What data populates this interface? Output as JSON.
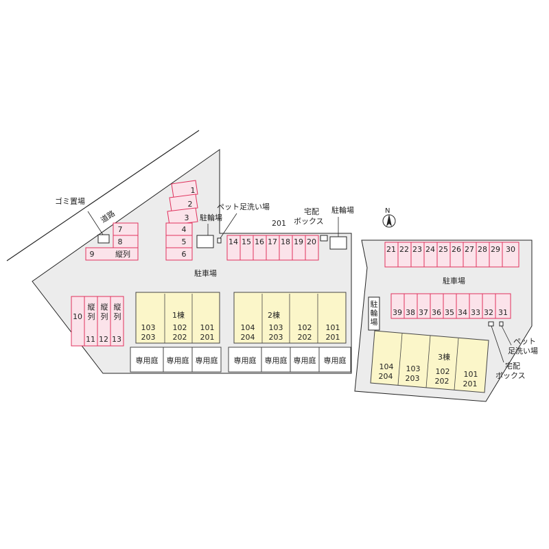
{
  "labels": {
    "road": "道路",
    "garbage": "ゴミ置場",
    "bike_parking": "駐輪場",
    "bike_parking_vertical": "駐輪場",
    "pet_wash": "ペット足洗い場",
    "pet_wash_l1": "ペット",
    "pet_wash_l2": "足洗い場",
    "delivery_l1": "宅配",
    "delivery_l2": "ボックス",
    "room_201": "201",
    "parking_lot": "駐車場",
    "parking_lot_right": "駐車場",
    "column": "縦列",
    "garden": "専用庭",
    "north": "N"
  },
  "colors": {
    "parking_fill": "#fbe3ea",
    "parking_stroke": "#e0305c",
    "building_fill": "#fbf6c9",
    "lot_fill": "#ececec"
  },
  "parking": {
    "stack_a": [
      "1",
      "2",
      "3"
    ],
    "stack_b": [
      "4",
      "5",
      "6"
    ],
    "stack_c": [
      "7",
      "8"
    ],
    "space_9": "9",
    "row_top": [
      "14",
      "15",
      "16",
      "17",
      "18",
      "19",
      "20"
    ],
    "row_right_top": [
      "21",
      "22",
      "23",
      "24",
      "25",
      "26",
      "27",
      "28",
      "29",
      "30"
    ],
    "row_right_bottom": [
      "39",
      "38",
      "37",
      "36",
      "35",
      "34",
      "33",
      "32",
      "31"
    ],
    "col_left_top": "10",
    "col_left_bottom": [
      "11",
      "12",
      "13"
    ]
  },
  "buildings": [
    {
      "name": "1棟",
      "units": [
        {
          "lower": "103",
          "upper": "203"
        },
        {
          "lower": "102",
          "upper": "202"
        },
        {
          "lower": "101",
          "upper": "201"
        }
      ]
    },
    {
      "name": "2棟",
      "units": [
        {
          "lower": "104",
          "upper": "204"
        },
        {
          "lower": "103",
          "upper": "203"
        },
        {
          "lower": "102",
          "upper": "202"
        },
        {
          "lower": "101",
          "upper": "201"
        }
      ]
    },
    {
      "name": "3棟",
      "units": [
        {
          "lower": "104",
          "upper": "204"
        },
        {
          "lower": "103",
          "upper": "203"
        },
        {
          "lower": "102",
          "upper": "202"
        },
        {
          "lower": "101",
          "upper": "201"
        }
      ]
    }
  ]
}
